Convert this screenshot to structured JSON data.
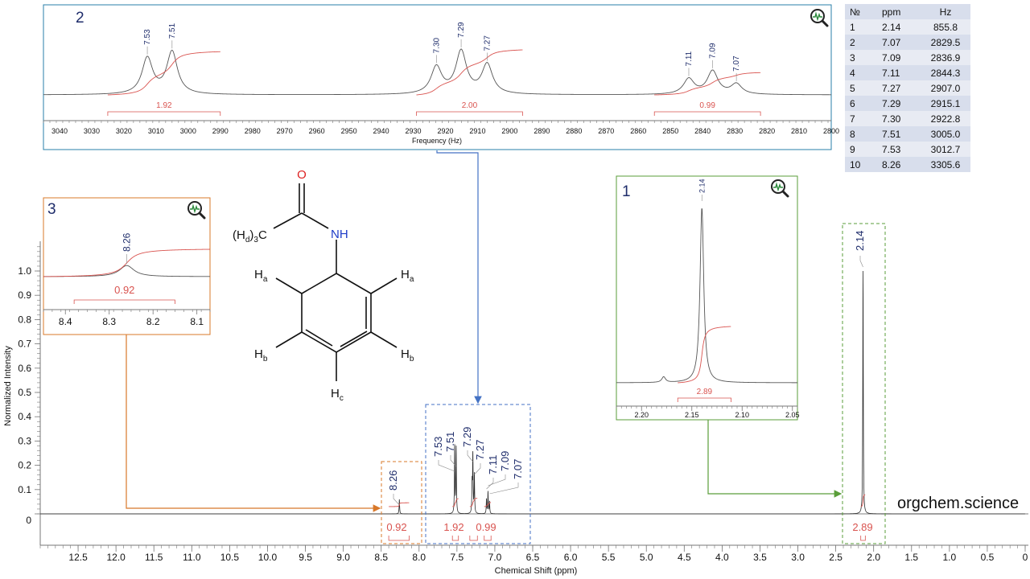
{
  "watermark": "orgchem.science",
  "peak_table": {
    "headers": [
      "№",
      "ppm",
      "Hz"
    ],
    "rows": [
      [
        "1",
        "2.14",
        "855.8"
      ],
      [
        "2",
        "7.07",
        "2829.5"
      ],
      [
        "3",
        "7.09",
        "2836.9"
      ],
      [
        "4",
        "7.11",
        "2844.3"
      ],
      [
        "5",
        "7.27",
        "2907.0"
      ],
      [
        "6",
        "7.29",
        "2915.1"
      ],
      [
        "7",
        "7.30",
        "2922.8"
      ],
      [
        "8",
        "7.51",
        "3005.0"
      ],
      [
        "9",
        "7.53",
        "3012.7"
      ],
      [
        "10",
        "8.26",
        "3305.6"
      ]
    ]
  },
  "molecule": {
    "O": "O",
    "NH": "NH",
    "methyl": "(Hd)3C",
    "Ha_left": "Ha",
    "Ha_right": "Ha",
    "Hb_left": "Hb",
    "Hb_right": "Hb",
    "Hc": "Hc"
  },
  "colors": {
    "spectrum": "#2b2b2b",
    "integral": "#d9534f",
    "peak_label": "#1f2d6b",
    "inset_1": "#5a9e3a",
    "inset_2": "#2a7fa8",
    "inset_3": "#d8782a",
    "arrow_2": "#4472c4"
  },
  "chart_data": [
    {
      "id": "main",
      "type": "line",
      "xlabel": "Chemical Shift (ppm)",
      "ylabel": "Normalized Intensity",
      "xlim": [
        13.0,
        0.0
      ],
      "ylim": [
        0.0,
        1.1
      ],
      "x_ticks": [
        "12.5",
        "12.0",
        "11.5",
        "11.0",
        "10.5",
        "10.0",
        "9.5",
        "9.0",
        "8.5",
        "8.0",
        "7.5",
        "7.0",
        "6.5",
        "6.0",
        "5.5",
        "5.0",
        "4.5",
        "4.0",
        "3.5",
        "3.0",
        "2.5",
        "2.0",
        "1.5",
        "1.0",
        "0.5",
        "0"
      ],
      "y_ticks": [
        "0",
        "0.1",
        "0.2",
        "0.3",
        "0.4",
        "0.5",
        "0.6",
        "0.7",
        "0.8",
        "0.9",
        "1.0"
      ],
      "peak_labels": [
        "8.26",
        "7.53",
        "7.51",
        "7.29",
        "7.27",
        "7.11",
        "7.09",
        "7.07",
        "2.14"
      ],
      "integrals": [
        {
          "label": "0.92",
          "from": 8.4,
          "to": 8.13
        },
        {
          "label": "1.92",
          "from": 7.56,
          "to": 7.48
        },
        {
          "label": "2.00",
          "from": 7.33,
          "to": 7.23
        },
        {
          "label": "0.99",
          "from": 7.14,
          "to": 7.05
        },
        {
          "label": "2.89",
          "from": 2.17,
          "to": 2.11
        }
      ],
      "peaks": [
        {
          "ppm": 8.26,
          "intensity": 0.06
        },
        {
          "ppm": 7.53,
          "intensity": 0.28
        },
        {
          "ppm": 7.51,
          "intensity": 0.27
        },
        {
          "ppm": 7.3,
          "intensity": 0.12
        },
        {
          "ppm": 7.29,
          "intensity": 0.24
        },
        {
          "ppm": 7.27,
          "intensity": 0.16
        },
        {
          "ppm": 7.11,
          "intensity": 0.06
        },
        {
          "ppm": 7.09,
          "intensity": 0.09
        },
        {
          "ppm": 7.07,
          "intensity": 0.05
        },
        {
          "ppm": 2.14,
          "intensity": 1.0
        }
      ]
    },
    {
      "id": "inset_2",
      "panel_number": "2",
      "type": "line",
      "xlabel": "Frequency (Hz)",
      "xlim": [
        3045,
        2800
      ],
      "x_ticks": [
        "3040",
        "3030",
        "3020",
        "3010",
        "3000",
        "2990",
        "2980",
        "2970",
        "2960",
        "2950",
        "2940",
        "2930",
        "2920",
        "2910",
        "2900",
        "2890",
        "2880",
        "2870",
        "2860",
        "2850",
        "2840",
        "2830",
        "2820",
        "2810",
        "2800"
      ],
      "peak_labels": [
        {
          "label": "7.53",
          "hz": 3012.7
        },
        {
          "label": "7.51",
          "hz": 3005.0
        },
        {
          "label": "7.30",
          "hz": 2922.8
        },
        {
          "label": "7.29",
          "hz": 2915.1
        },
        {
          "label": "7.27",
          "hz": 2907.0
        },
        {
          "label": "7.11",
          "hz": 2844.3
        },
        {
          "label": "7.09",
          "hz": 2836.9
        },
        {
          "label": "7.07",
          "hz": 2829.5
        }
      ],
      "peaks": [
        {
          "hz": 3012.7,
          "intensity": 0.56
        },
        {
          "hz": 3005.0,
          "intensity": 0.66
        },
        {
          "hz": 2922.8,
          "intensity": 0.42
        },
        {
          "hz": 2915.1,
          "intensity": 0.66
        },
        {
          "hz": 2907.0,
          "intensity": 0.46
        },
        {
          "hz": 2844.3,
          "intensity": 0.24
        },
        {
          "hz": 2836.9,
          "intensity": 0.36
        },
        {
          "hz": 2829.5,
          "intensity": 0.16
        }
      ],
      "integrals": [
        {
          "label": "1.92",
          "from": 3025,
          "to": 2990
        },
        {
          "label": "2.00",
          "from": 2929,
          "to": 2896
        },
        {
          "label": "0.99",
          "from": 2855,
          "to": 2822
        }
      ]
    },
    {
      "id": "inset_1",
      "panel_number": "1",
      "type": "line",
      "xlim": [
        2.225,
        2.045
      ],
      "x_ticks": [
        "2.20",
        "2.15",
        "2.10",
        "2.05"
      ],
      "peak_labels": [
        {
          "label": "2.14",
          "ppm": 2.14
        }
      ],
      "peaks": [
        {
          "ppm": 2.14,
          "intensity": 0.94
        },
        {
          "ppm": 2.178,
          "intensity": 0.03
        }
      ],
      "integrals": [
        {
          "label": "2.89",
          "from": 2.164,
          "to": 2.111
        }
      ]
    },
    {
      "id": "inset_3",
      "panel_number": "3",
      "type": "line",
      "xlim": [
        8.45,
        8.07
      ],
      "x_ticks": [
        "8.4",
        "8.3",
        "8.2",
        "8.1"
      ],
      "peak_labels": [
        {
          "label": "8.26",
          "ppm": 8.26
        }
      ],
      "peaks": [
        {
          "ppm": 8.26,
          "intensity": 0.23
        }
      ],
      "integrals": [
        {
          "label": "0.92",
          "from": 8.38,
          "to": 8.15
        }
      ]
    }
  ]
}
